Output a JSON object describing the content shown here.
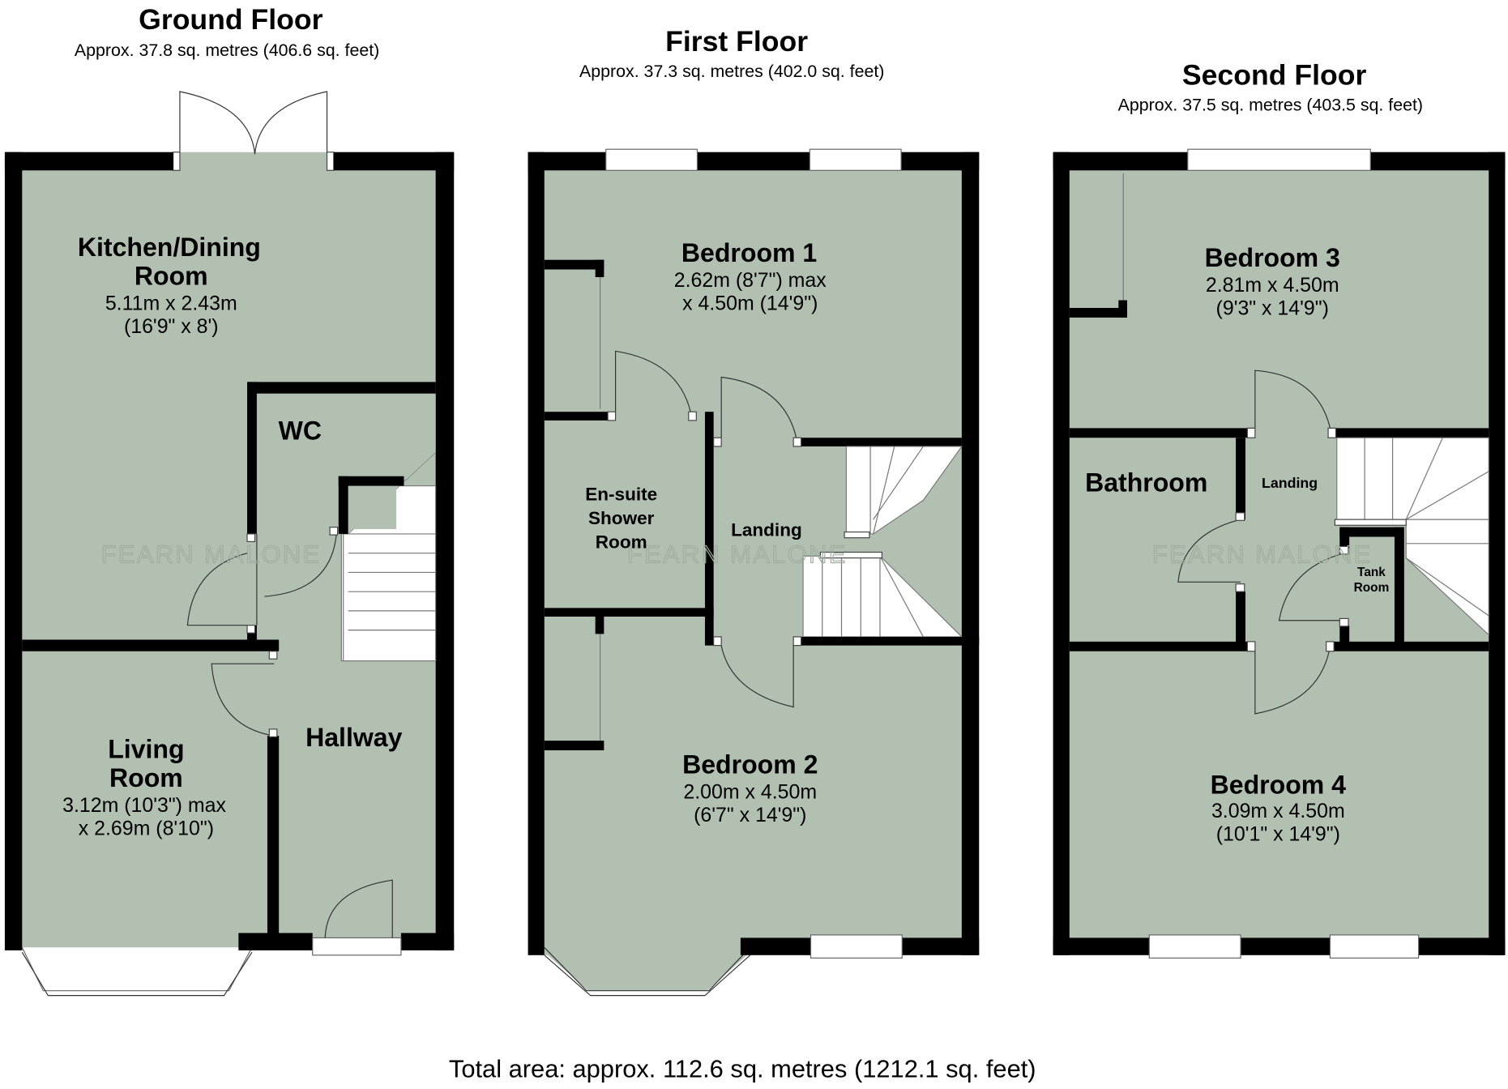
{
  "floors": {
    "ground": {
      "title": "Ground Floor",
      "area": "Approx. 37.8 sq. metres (406.6 sq. feet)",
      "rooms": {
        "kitchen": {
          "name_1": "Kitchen/Dining",
          "name_2": "Room",
          "dim_1": "5.11m x 2.43m",
          "dim_2": "(16'9\" x 8')"
        },
        "wc": {
          "name": "WC"
        },
        "living": {
          "name_1": "Living",
          "name_2": "Room",
          "dim_1": "3.12m (10'3\") max",
          "dim_2": "x 2.69m (8'10\")"
        },
        "hallway": {
          "name": "Hallway"
        }
      }
    },
    "first": {
      "title": "First Floor",
      "area": "Approx. 37.3 sq. metres (402.0 sq. feet)",
      "rooms": {
        "bedroom1": {
          "name": "Bedroom 1",
          "dim_1": "2.62m (8'7\") max",
          "dim_2": "x 4.50m (14'9\")"
        },
        "ensuite": {
          "name_1": "En-suite",
          "name_2": "Shower",
          "name_3": "Room"
        },
        "landing": {
          "name": "Landing"
        },
        "bedroom2": {
          "name": "Bedroom 2",
          "dim_1": "2.00m x 4.50m",
          "dim_2": "(6'7\" x 14'9\")"
        }
      }
    },
    "second": {
      "title": "Second Floor",
      "area": "Approx. 37.5 sq. metres (403.5 sq. feet)",
      "rooms": {
        "bedroom3": {
          "name": "Bedroom 3",
          "dim_1": "2.81m x 4.50m",
          "dim_2": "(9'3\" x 14'9\")"
        },
        "bathroom": {
          "name": "Bathroom"
        },
        "landing": {
          "name": "Landing"
        },
        "tank": {
          "name_1": "Tank",
          "name_2": "Room"
        },
        "bedroom4": {
          "name": "Bedroom 4",
          "dim_1": "3.09m x 4.50m",
          "dim_2": "(10'1\" x 14'9\")"
        }
      }
    }
  },
  "watermark": "FEARN MALONE",
  "total_area": "Total area: approx. 112.6 sq. metres (1212.1 sq. feet)",
  "colors": {
    "floor": "#b2c0b1",
    "wall": "#000000",
    "stairs": "#ffffff"
  }
}
